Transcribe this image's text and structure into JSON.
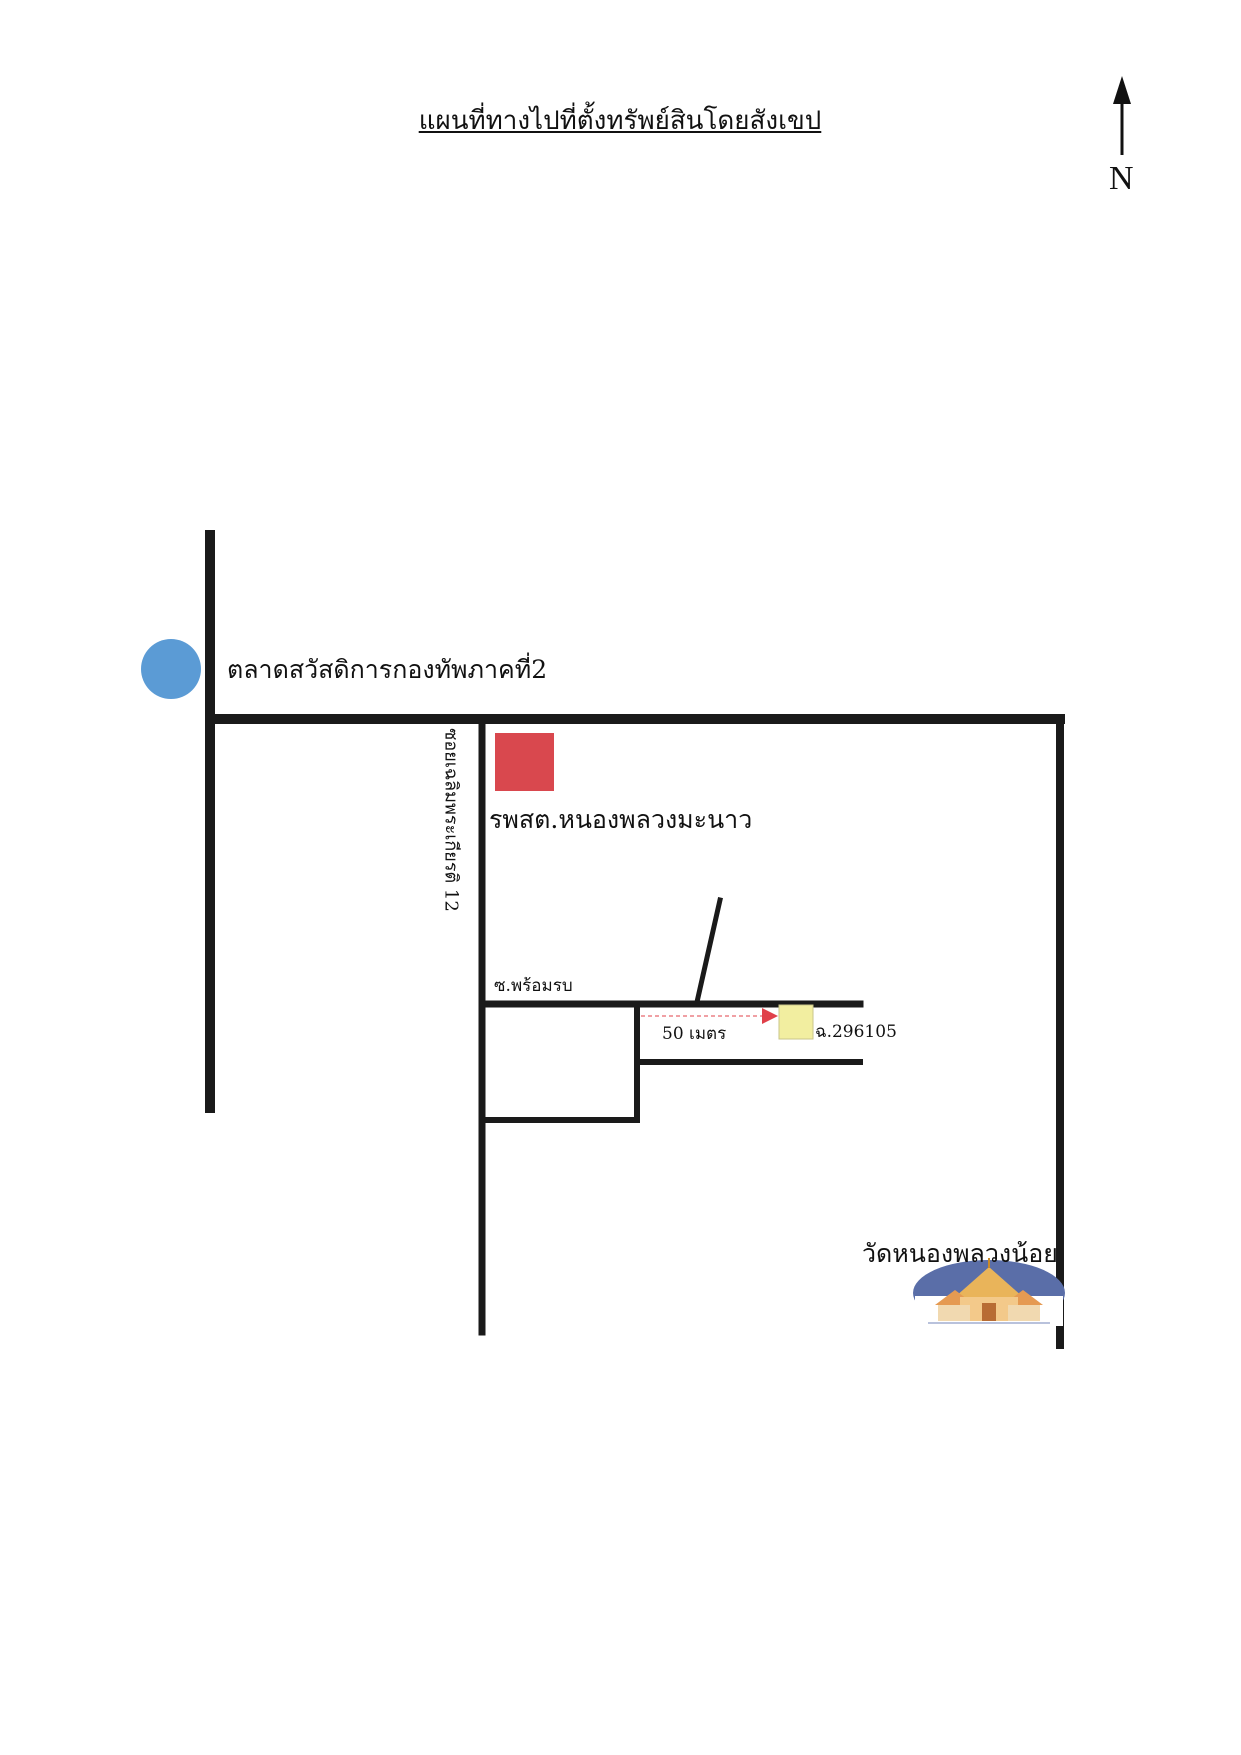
{
  "map": {
    "title": "แผนที่ทางไปที่ตั้งทรัพย์สินโดยสังเขป",
    "north_label": "N",
    "places": {
      "market": "ตลาดสวัสดิการกองทัพภาคที่2",
      "hospital": "รพสต.หนองพลวงมะนาว",
      "temple": "วัดหนองพลวงน้อย",
      "alley_name": "ซ.พร้อมรบ",
      "side_road": "ซอยเฉลิมพระเกียรติ 12",
      "property_id": "ฉ.296105",
      "distance": "50 เมตร"
    },
    "colors": {
      "road": "#1a1a1a",
      "market_marker": "#5b9bd5",
      "hospital_marker": "#d9484e",
      "property_marker": "#f2eea0",
      "arrow": "#e0404a"
    },
    "icons": {
      "north_arrow": "arrow-up-icon",
      "temple": "temple-icon"
    }
  }
}
